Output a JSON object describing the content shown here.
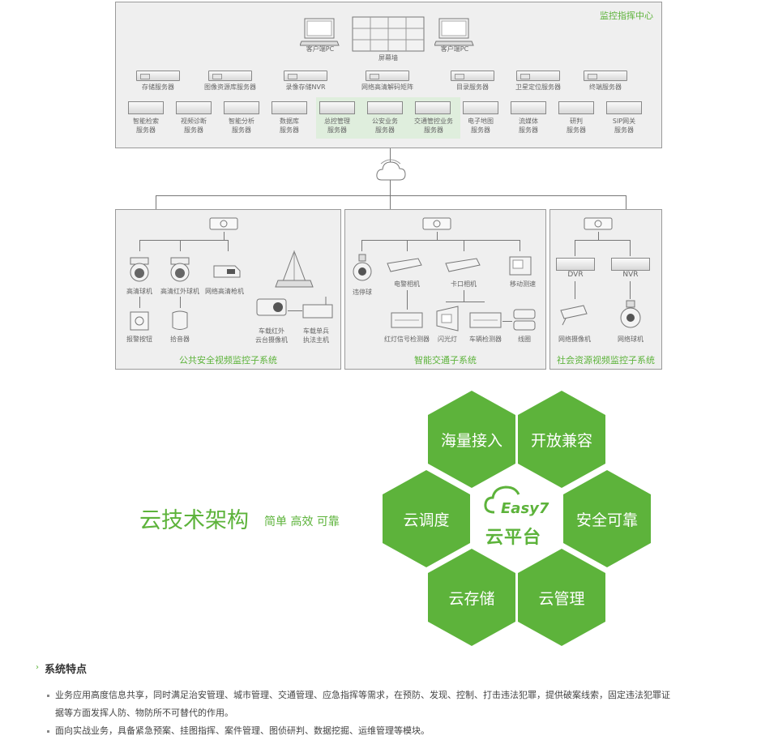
{
  "center": {
    "title": "监控指挥中心",
    "client_pc_left": "客户端PC",
    "screen_wall": "屏幕墙",
    "client_pc_right": "客户端PC",
    "row1": [
      "存储服务器",
      "图像资源库服务器",
      "录像存储NVR",
      "网络高清解码矩阵",
      "目录服务器",
      "卫星定位服务器",
      "终端服务器"
    ],
    "row2": [
      [
        "智能检索",
        "服务器"
      ],
      [
        "视频诊断",
        "服务器"
      ],
      [
        "智能分析",
        "服务器"
      ],
      [
        "数据库",
        "服务器"
      ],
      [
        "总控管理",
        "服务器"
      ],
      [
        "公安业务",
        "服务器"
      ],
      [
        "交通管控业务",
        "服务器"
      ],
      [
        "电子地图",
        "服务器"
      ],
      [
        "流媒体",
        "服务器"
      ],
      [
        "研判",
        "服务器"
      ],
      [
        "SIP网关",
        "服务器"
      ]
    ]
  },
  "public_safety": {
    "title": "公共安全视频监控子系统",
    "hd_dome": "高清球机",
    "ir_dome": "高清红外球机",
    "hd_bullet": "网络高清枪机",
    "alarm_button": "报警按钮",
    "pickup": "拾音器",
    "vehicle_ir_line1": "车载红外",
    "vehicle_ir_line2": "云台摄像机",
    "vehicle_host_line1": "车载单兵",
    "vehicle_host_line2": "执法主机"
  },
  "traffic": {
    "title": "智能交通子系统",
    "violation_dome": "违停球",
    "police_cam": "电警相机",
    "checkpoint_cam": "卡口相机",
    "mobile_speed": "移动测速",
    "red_light": "红灯信号检测器",
    "flash": "闪光灯",
    "vehicle_detector": "车辆检测器",
    "coil": "线圈"
  },
  "social": {
    "title": "社会资源视频监控子系统",
    "dvr": "DVR",
    "nvr": "NVR",
    "net_camera": "网络摄像机",
    "net_dome": "网络球机"
  },
  "cloud": {
    "heading": "云技术架构",
    "subheading": "简单 高效 可靠",
    "hexes": [
      "海量接入",
      "开放兼容",
      "云调度",
      "安全可靠",
      "云存储",
      "云管理"
    ],
    "logo_text": "Easy7",
    "platform": "云平台"
  },
  "features": {
    "title": "系统特点",
    "items": [
      [
        "业务应用高度信息共享，同时满足治安管理、城市管理、交通管理、应急指挥等需求，在预防、发现、控制、打击违法犯罪，提供破案线索，固定违法犯罪证",
        "据等方面发挥人防、物防所不可替代的作用。"
      ],
      [
        "面向实战业务，具备紧急预案、挂图指挥、案件管理、图侦研判、数据挖掘、运维管理等模块。"
      ]
    ]
  },
  "colors": {
    "accent": "#5db33b",
    "highlight": "#dfeedd"
  }
}
